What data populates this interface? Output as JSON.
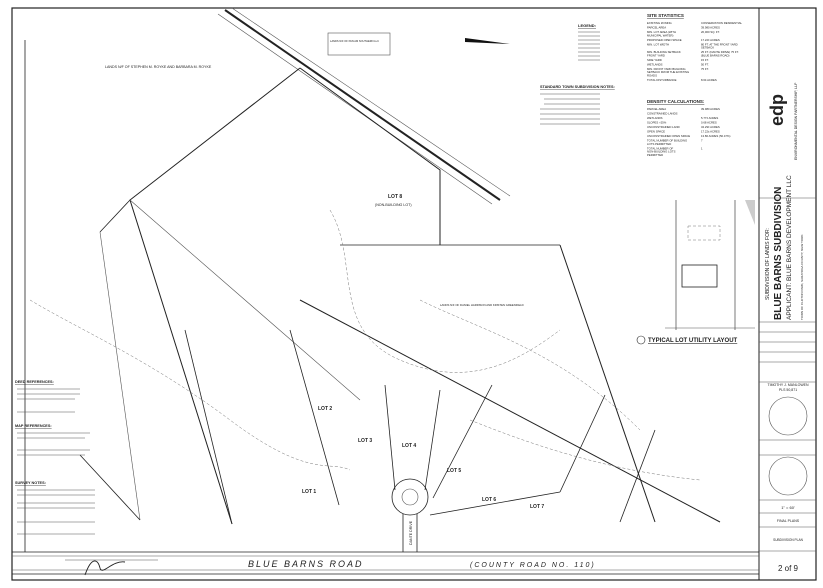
{
  "sheet": {
    "road_name": "BLUE BARNS ROAD",
    "road_designation": "(COUNTY ROAD NO. 110)",
    "cul_de_sac_name": "DANTE DRIVE",
    "adjoiners": [
      "LANDS N/F OF STEPHEN M. ROYKE AND BARBARA M. ROYKE",
      "LANDS N/F OF PAN AM SOUTHERN LLC",
      "LANDS N/F OF DANIEL HARRISON AND KRISTEN GREENFIELD"
    ],
    "lots": [
      {
        "label": "LOT 1"
      },
      {
        "label": "LOT 2"
      },
      {
        "label": "LOT 3"
      },
      {
        "label": "LOT 4"
      },
      {
        "label": "LOT 5"
      },
      {
        "label": "LOT 6"
      },
      {
        "label": "LOT 7"
      },
      {
        "label": "LOT 8",
        "note": "(NON-BUILDING LOT)"
      }
    ],
    "typical_lot_title": "TYPICAL LOT UTILITY LAYOUT",
    "legend_title": "LEGEND:",
    "standard_notes_title": "STANDARD TOWN SUBDIVISION NOTES:",
    "deed_references_title": "DEED REFERENCES:",
    "map_references_title": "MAP REFERENCES:",
    "survey_notes_title": "SURVEY NOTES:"
  },
  "site_statistics": {
    "title": "SITE STATISTICS",
    "rows": [
      [
        "EXISTING ZONING",
        "CONSERVATION RESIDENTIAL"
      ],
      [
        "PARCEL AREA",
        "39.980 ACRES"
      ],
      [
        "MIN. LOT AREA (WITH MUNICIPAL WATER)",
        "20,000 SQ. FT."
      ],
      [
        "PROPOSED OPEN SPACE",
        "17.22± ACRES"
      ],
      [
        "MIN. LOT WIDTH",
        "80 FT. AT THE FRONT YARD SETBACK"
      ],
      [
        "MIN. BUILDING SETBACK FRONT YARD",
        "25 FT. (DANTE DRIVE) 75 FT. (BLUE BARNS ROAD)"
      ],
      [
        "SIDE YARD",
        "15 FT."
      ],
      [
        "WETLANDS",
        "50 FT."
      ],
      [
        "MIN. FRONT YARD BUILDING SETBACK FROM THE EXISTING ROADS",
        "75 FT."
      ],
      [
        "TOTAL DISTURBANCE",
        "8.64 ACRES"
      ]
    ]
  },
  "density_calculations": {
    "title": "DENSITY CALCULATIONS:",
    "rows": [
      [
        "PARCEL AREA",
        "39.980 ACRES"
      ],
      [
        "CONSTRAINED LANDS",
        ""
      ],
      [
        "WETLANDS",
        "5.77± ACRES"
      ],
      [
        "SLOPES >25%",
        "0.68 ACRES"
      ],
      [
        "UNCONSTRAINED LAND",
        "34.29± ACRES"
      ],
      [
        "OPEN SPACE",
        "17.22± ACRES"
      ],
      [
        "UNCONSTRAINED OPEN SPACE",
        "13.80 ACRES (50.47%)"
      ],
      [
        "TOTAL NUMBER OF BUILDING LOTS PERMITTED",
        "7"
      ],
      [
        "TOTAL NUMBER OF NON-BUILDING LOTS PERMITTED",
        "1"
      ]
    ]
  },
  "title_block": {
    "logo": "edp",
    "firm": "ENVIRONMENTAL DESIGN PARTNERSHIP, LLP",
    "subdivision_for": "SUBDIVISION OF LANDS FOR:",
    "project": "BLUE BARNS SUBDIVISION",
    "applicant": "APPLICANT: BLUE BARNS DEVELOPMENT LLC",
    "location": "TOWN OF CLIFTON PARK, SARATOGA COUNTY, NEW YORK",
    "surveyor": "TIMOTHY J. MANLOWEN",
    "surveyor_license": "PLS 50,871",
    "scale": "1\" = 60'",
    "phase": "FINAL PLANS",
    "sheet_title": "SUBDIVISION PLAN",
    "sheet_number": "2 of 9"
  }
}
